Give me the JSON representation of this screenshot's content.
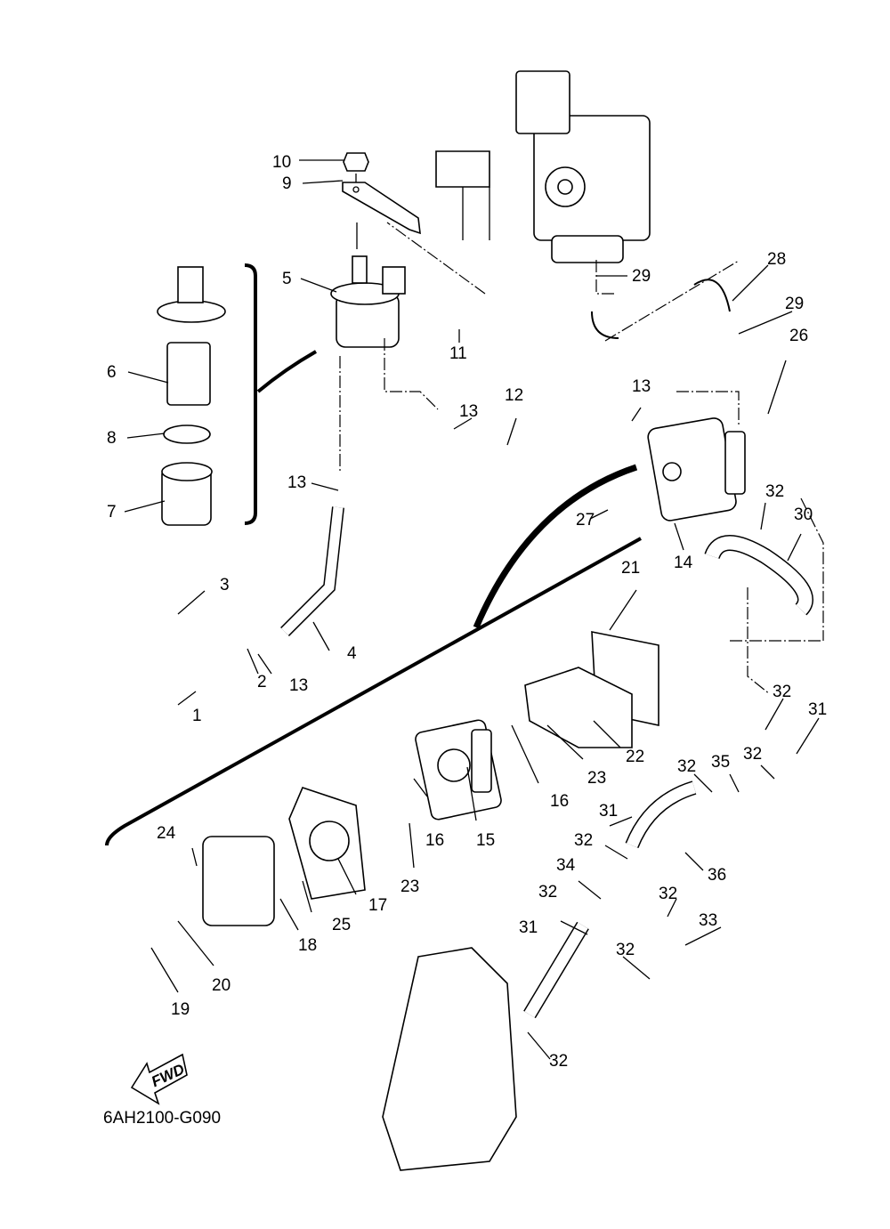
{
  "diagram": {
    "title_code": "6AH2100-G090",
    "direction_badge": "FWD",
    "callouts": [
      {
        "id": "c10",
        "label": "10"
      },
      {
        "id": "c9",
        "label": "9"
      },
      {
        "id": "c5",
        "label": "5"
      },
      {
        "id": "c6",
        "label": "6"
      },
      {
        "id": "c8",
        "label": "8"
      },
      {
        "id": "c7",
        "label": "7"
      },
      {
        "id": "c11",
        "label": "11"
      },
      {
        "id": "c13a",
        "label": "13"
      },
      {
        "id": "c13b",
        "label": "13"
      },
      {
        "id": "c13c",
        "label": "13"
      },
      {
        "id": "c13d",
        "label": "13"
      },
      {
        "id": "c12",
        "label": "12"
      },
      {
        "id": "c28",
        "label": "28"
      },
      {
        "id": "c29a",
        "label": "29"
      },
      {
        "id": "c29b",
        "label": "29"
      },
      {
        "id": "c26",
        "label": "26"
      },
      {
        "id": "c27",
        "label": "27"
      },
      {
        "id": "c14",
        "label": "14"
      },
      {
        "id": "c32a",
        "label": "32"
      },
      {
        "id": "c30",
        "label": "30"
      },
      {
        "id": "c3",
        "label": "3"
      },
      {
        "id": "c4",
        "label": "4"
      },
      {
        "id": "c2",
        "label": "2"
      },
      {
        "id": "c1",
        "label": "1"
      },
      {
        "id": "c21",
        "label": "21"
      },
      {
        "id": "c22",
        "label": "22"
      },
      {
        "id": "c23a",
        "label": "23"
      },
      {
        "id": "c16a",
        "label": "16"
      },
      {
        "id": "c15",
        "label": "15"
      },
      {
        "id": "c16b",
        "label": "16"
      },
      {
        "id": "c23b",
        "label": "23"
      },
      {
        "id": "c24",
        "label": "24"
      },
      {
        "id": "c17",
        "label": "17"
      },
      {
        "id": "c25",
        "label": "25"
      },
      {
        "id": "c18",
        "label": "18"
      },
      {
        "id": "c20",
        "label": "20"
      },
      {
        "id": "c19",
        "label": "19"
      },
      {
        "id": "c32b",
        "label": "32"
      },
      {
        "id": "c31a",
        "label": "31"
      },
      {
        "id": "c32c",
        "label": "32"
      },
      {
        "id": "c35",
        "label": "35"
      },
      {
        "id": "c32d",
        "label": "32"
      },
      {
        "id": "c31b",
        "label": "31"
      },
      {
        "id": "c32e",
        "label": "32"
      },
      {
        "id": "c36",
        "label": "36"
      },
      {
        "id": "c34",
        "label": "34"
      },
      {
        "id": "c32f",
        "label": "32"
      },
      {
        "id": "c32g",
        "label": "32"
      },
      {
        "id": "c31c",
        "label": "31"
      },
      {
        "id": "c33",
        "label": "33"
      },
      {
        "id": "c32h",
        "label": "32"
      },
      {
        "id": "c32i",
        "label": "32"
      }
    ]
  }
}
